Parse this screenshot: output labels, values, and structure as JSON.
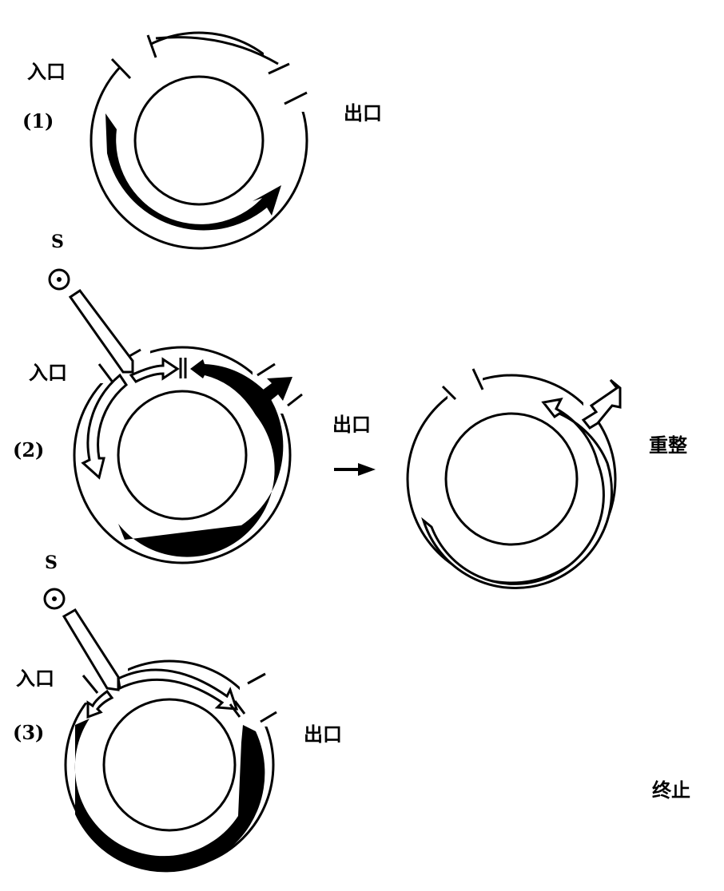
{
  "labels": {
    "d1_entrance": "入口",
    "d1_number": "(1)",
    "d1_exit": "出口",
    "d2_source": "S",
    "d2_entrance": "入口",
    "d2_number": "(2)",
    "d2_exit": "出口",
    "d2_result": "重整",
    "d3_source": "S",
    "d3_entrance": "入口",
    "d3_number": "(3)",
    "d3_exit": "出口",
    "d3_result": "终止"
  },
  "colors": {
    "ink": "#000000",
    "paper": "#ffffff"
  }
}
